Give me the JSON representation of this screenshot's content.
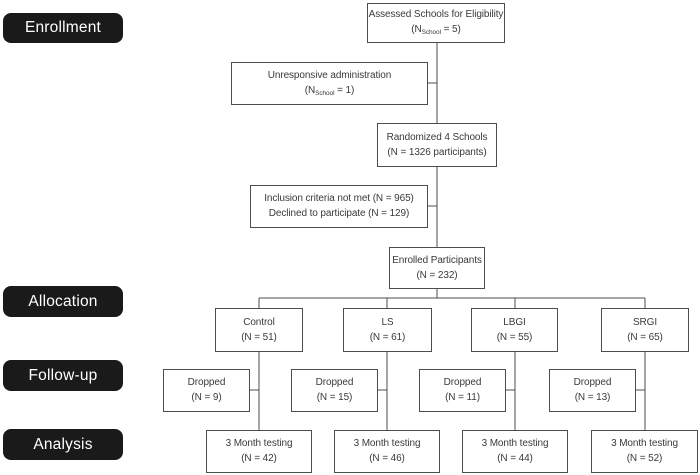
{
  "colors": {
    "background": "#ffffff",
    "box_border": "#4d4d4d",
    "box_text": "#3a3a3a",
    "line": "#4d4d4d",
    "stage_bg": "#1a1a1a",
    "stage_text": "#ffffff"
  },
  "stages": {
    "enrollment": "Enrollment",
    "allocation": "Allocation",
    "followup": "Follow-up",
    "analysis": "Analysis"
  },
  "flow": {
    "assessed": {
      "title": "Assessed Schools for Eligibility",
      "n_open": "(N",
      "n_sub": "School",
      "n_close": " = 5)"
    },
    "unresponsive": {
      "title": "Unresponsive administration",
      "n_open": "(N",
      "n_sub": "School",
      "n_close": " = 1)"
    },
    "randomized": {
      "title": "Randomized 4 Schools",
      "n": "(N = 1326 participants)"
    },
    "exclusions": {
      "line1": "Inclusion criteria not met (N = 965)",
      "line2": "Declined to participate (N = 129)"
    },
    "enrolled": {
      "title": "Enrolled Participants",
      "n": "(N = 232)"
    }
  },
  "arms": [
    {
      "label": "Control",
      "n": "(N = 51)",
      "dropped_label": "Dropped",
      "dropped_n": "(N = 9)",
      "testing_label": "3 Month testing",
      "testing_n": "(N = 42)"
    },
    {
      "label": "LS",
      "n": "(N = 61)",
      "dropped_label": "Dropped",
      "dropped_n": "(N = 15)",
      "testing_label": "3 Month testing",
      "testing_n": "(N = 46)"
    },
    {
      "label": "LBGI",
      "n": "(N = 55)",
      "dropped_label": "Dropped",
      "dropped_n": "(N = 11)",
      "testing_label": "3 Month testing",
      "testing_n": "(N = 44)"
    },
    {
      "label": "SRGI",
      "n": "(N = 65)",
      "dropped_label": "Dropped",
      "dropped_n": "(N = 13)",
      "testing_label": "3 Month testing",
      "testing_n": "(N = 52)"
    }
  ]
}
